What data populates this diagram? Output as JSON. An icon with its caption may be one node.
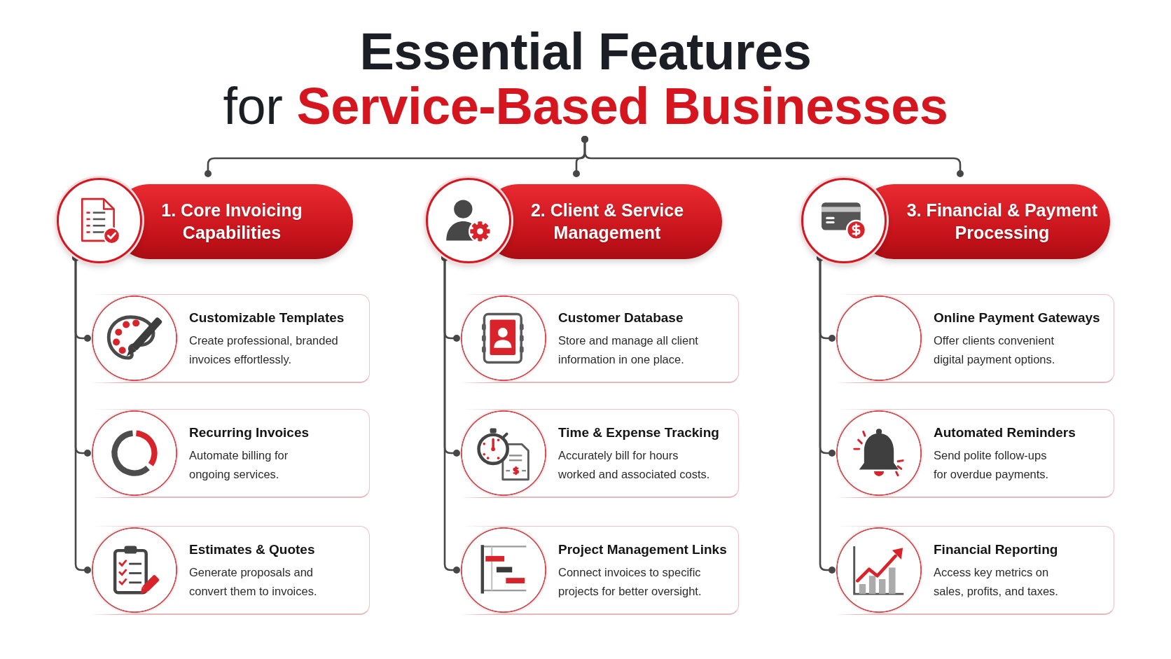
{
  "diagram": {
    "title": "**Essential Features** for **Service-Based Businesses**",
    "nodes": [
      {
        "text": [
          "1. Core Invoicing Capabilities"
        ]
      },
      {
        "text": [
          "Customizable Templates",
          "Create professional, branded invoices effortlessly."
        ]
      },
      {
        "text": [
          "Recurring Invoices",
          "Automate billing for ongoing services."
        ]
      },
      {
        "text": [
          "Estimates & Quotes",
          "Generate proposals and convert them to invoices."
        ]
      },
      {
        "text": [
          "2. Client & Service Management"
        ]
      },
      {
        "text": [
          "Customer Database",
          "Store and manage all client information in one place."
        ]
      },
      {
        "text": [
          "Time & Expense Tracking",
          "Accurately bill for hours worked and associated costs."
        ]
      },
      {
        "text": [
          "Project Management Links",
          "Connect invoices to specific projects for better oversight."
        ]
      },
      {
        "text": [
          "3. Financial & Payment Processing"
        ]
      },
      {
        "text": [
          "Online Payment Gateways",
          "Offer clients convenient digital payment options."
        ]
      },
      {
        "text": [
          "Automated Reminders",
          "Send polite follow-ups for overdue payments."
        ]
      },
      {
        "text": [
          "Financial Reporting",
          "Access key metrics on sales, profits, and taxes."
        ]
      }
    ],
    "edges": [
      {
        "from": null,
        "to": 0,
        "arrow": "other"
      },
      {
        "from": null,
        "to": 4,
        "arrow": "other"
      },
      {
        "from": null,
        "to": 8,
        "arrow": "other"
      },
      {
        "from": 0,
        "to": 1,
        "arrow": "other"
      },
      {
        "from": 0,
        "to": 2,
        "arrow": "other"
      },
      {
        "from": 0,
        "to": 3,
        "arrow": "other"
      },
      {
        "from": 4,
        "to": 5,
        "arrow": "other"
      },
      {
        "from": 4,
        "to": 6,
        "arrow": "other"
      },
      {
        "from": 4,
        "to": 7,
        "arrow": "other"
      },
      {
        "from": 8,
        "to": 9,
        "arrow": "other"
      },
      {
        "from": 8,
        "to": 10,
        "arrow": "other"
      },
      {
        "from": 8,
        "to": 11,
        "arrow": "other"
      }
    ]
  }
}
